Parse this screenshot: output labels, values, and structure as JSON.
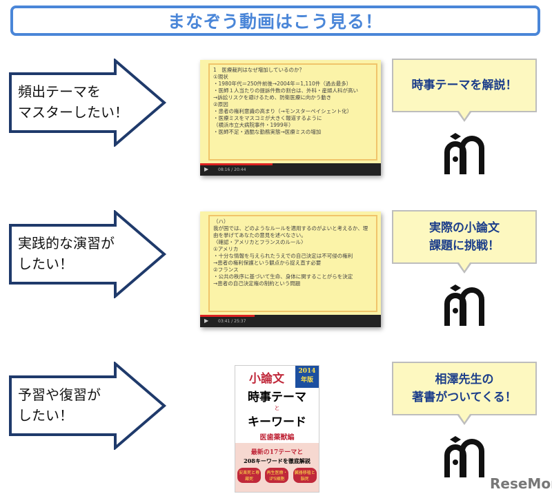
{
  "title": "まなぞう動画はこう見る！",
  "rows": [
    {
      "arrow_lines": [
        "頻出テーマを",
        "マスターしたい！"
      ],
      "video": {
        "lines": [
          "1　医療裁判はなぜ増加しているのか？",
          "①現状",
          "・1980年代＝250件前後→2004年＝1,110件（過去最多）",
          "・医師１人当たりの提訴件数の割合は、外科・産婦人科が高い",
          "→訴訟リスクを避けるため、防衛医療に向かう動き",
          "②原因",
          "・患者の権利意識の高まり（→モンスターペイシェント化）",
          "・医療ミスをマスコミが大きく報道するように",
          "（横浜市立大病院事件・1999年）",
          "・医師不足・過酷な勤務実態→医療ミスの増加"
        ],
        "time": "08:16 / 20:44",
        "progress": 0.4
      },
      "callout": [
        "時事テーマを解説！"
      ]
    },
    {
      "arrow_lines": [
        "実践的な演習が",
        "したい！"
      ],
      "video": {
        "lines": [
          "（ハ）",
          "我が国では、どのようなルールを適用するのがよいと考えるか、理由を挙げてあなたの意見を述べなさい。",
          "〈確認・アメリカとフランスのルール〉",
          "①アメリカ",
          "・十分な情報を与えられたうえでの自己決定は不可侵の権利",
          "→患者の権利保護という観点から捉え直す必要",
          "②フランス",
          "・公共の秩序に基づいて生命、身体に関することがらを決定",
          "→患者の自己決定権の制約という問題"
        ],
        "time": "03:41 / 25:37",
        "progress": 0.3
      },
      "callout": [
        "実際の小論文",
        "課題に挑戦！"
      ]
    },
    {
      "arrow_lines": [
        "予習や復習が",
        "したい！"
      ],
      "callout": [
        "相澤先生の",
        "著書がついてくる！"
      ]
    }
  ],
  "book": {
    "t1": "小論文",
    "year": "2014年版",
    "t2": "時事テーマ",
    "to": "と",
    "t3": "キーワード",
    "sub": "医歯薬獣編",
    "latest": "最新の17テーマと",
    "kw": "208キーワードを徹底解説",
    "tags": [
      "安楽死と尊厳死",
      "再生医療・iPS細胞",
      "臓器移植と脳死"
    ]
  },
  "logo_icon": "manazo-logo-icon",
  "watermark": "ReseMom",
  "colors": {
    "title": "#4a86d8",
    "arrow": "#1f3a6b",
    "callout_text": "#1c3e8a",
    "callout_bg": "#fdf8c0"
  }
}
